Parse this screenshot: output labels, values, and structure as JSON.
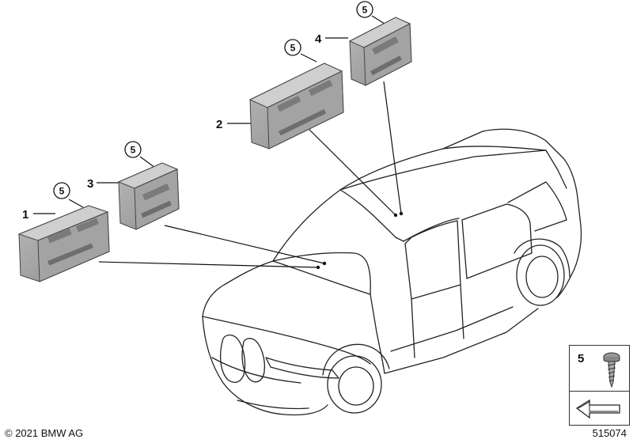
{
  "callouts": {
    "part1": "1",
    "part2": "2",
    "part3": "3",
    "part4": "4",
    "screw_a": "5",
    "screw_b": "5",
    "screw_c": "5",
    "screw_d": "5"
  },
  "legend": {
    "number": "5",
    "item_icon": "screw-icon",
    "nav_icon": "arrow-icon"
  },
  "footer": {
    "copyright": "© 2021 BMW AG",
    "diagram_id": "515074"
  }
}
